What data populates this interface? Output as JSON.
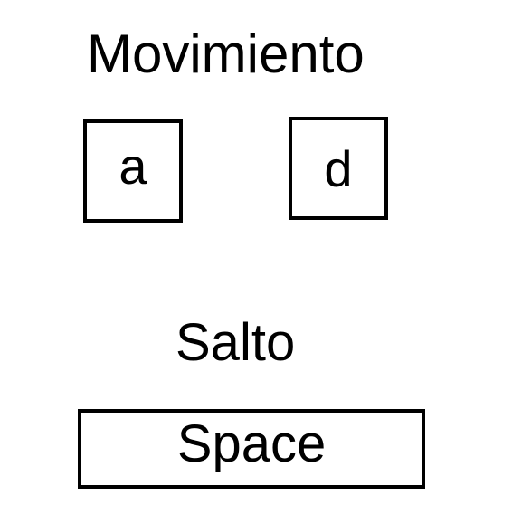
{
  "movement": {
    "title": "Movimiento",
    "keys": [
      {
        "label": "a"
      },
      {
        "label": "d"
      }
    ]
  },
  "jump": {
    "title": "Salto",
    "key": {
      "label": "Space"
    }
  },
  "colors": {
    "background": "#ffffff",
    "foreground": "#000000"
  }
}
